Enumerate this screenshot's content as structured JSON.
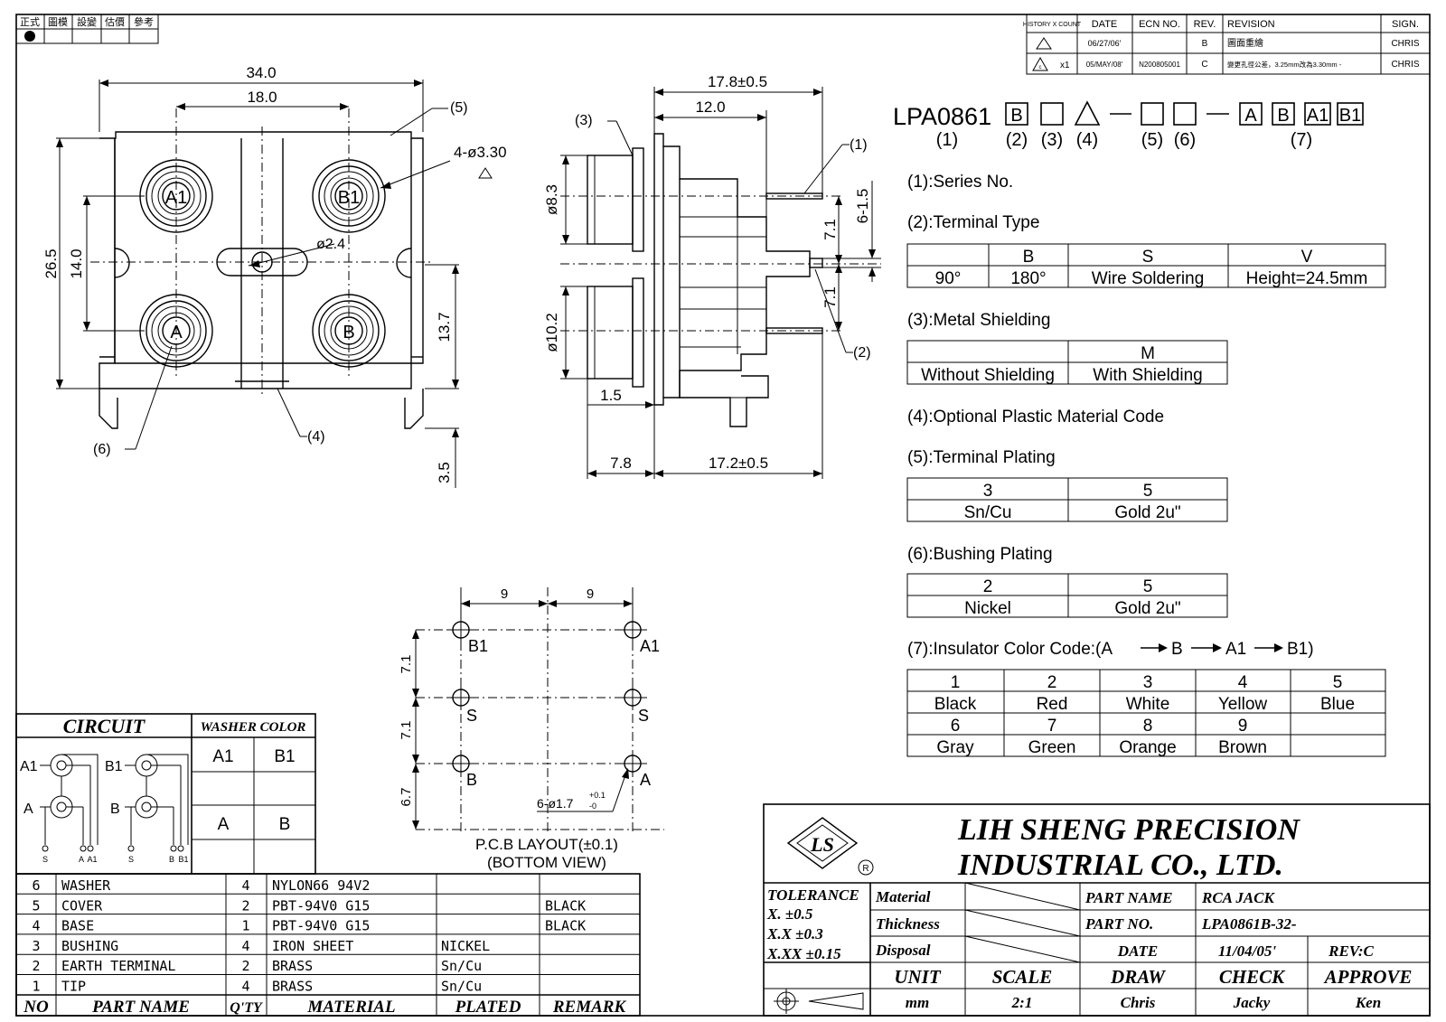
{
  "corner_stamp": {
    "labels": [
      "正式",
      "圖模",
      "設變",
      "估價",
      "參考"
    ]
  },
  "history": {
    "headers": [
      "HISTORY X COUNT",
      "DATE",
      "ECN NO.",
      "REV.",
      "REVISION",
      "SIGN."
    ],
    "rows": [
      [
        "",
        "06/27/06'",
        "",
        "B",
        "圖面重繪",
        "CHRIS"
      ],
      [
        "x1",
        "05/MAY/08'",
        "N200805001",
        "C",
        "變更孔徑公差，3.25mm改為3.30mm -",
        "CHRIS"
      ]
    ]
  },
  "part_code": {
    "prefix": "LPA0861",
    "boxes": [
      "B",
      "",
      "",
      "",
      "A",
      "B",
      "A1",
      "B1"
    ],
    "index_labels": [
      "(1)",
      "(2)",
      "(3)",
      "(4)",
      "(5)",
      "(6)",
      "(7)"
    ]
  },
  "spec": {
    "series_title": "(1):Series No.",
    "terminal": {
      "title": "(2):Terminal Type",
      "row1": [
        "",
        "B",
        "S",
        "V"
      ],
      "row2": [
        "90°",
        "180°",
        "Wire Soldering",
        "Height=24.5mm"
      ]
    },
    "shielding": {
      "title": "(3):Metal Shielding",
      "row1": [
        "",
        "M"
      ],
      "row2": [
        "Without Shielding",
        "With Shielding"
      ]
    },
    "plastic_title": "(4):Optional Plastic Material Code",
    "terminal_plating": {
      "title": "(5):Terminal Plating",
      "row1": [
        "3",
        "5"
      ],
      "row2": [
        "Sn/Cu",
        "Gold 2u\""
      ]
    },
    "bushing_plating": {
      "title": "(6):Bushing Plating",
      "row1": [
        "2",
        "5"
      ],
      "row2": [
        "Nickel",
        "Gold 2u\""
      ]
    },
    "insulator": {
      "title": "(7):Insulator Color Code:(A",
      "title_seq": [
        "B",
        "A1",
        "B1)"
      ],
      "rows": [
        [
          "1",
          "2",
          "3",
          "4",
          "5"
        ],
        [
          "Black",
          "Red",
          "White",
          "Yellow",
          "Blue"
        ],
        [
          "6",
          "7",
          "8",
          "9",
          ""
        ],
        [
          "Gray",
          "Green",
          "Orange",
          "Brown",
          ""
        ]
      ]
    }
  },
  "front_view": {
    "dims": {
      "width_total": "34.0",
      "width_inner": "18.0",
      "height_total": "26.5",
      "height_inner": "14.0",
      "height_lower": "13.7",
      "pin": "3.5",
      "hole": "4-ø3.30",
      "center_hole": "ø2.4"
    },
    "jacks": [
      "A1",
      "B1",
      "A",
      "B"
    ],
    "callouts": [
      "(5)",
      "(6)",
      "(4)"
    ]
  },
  "side_view": {
    "dims": {
      "top_total": "17.8±0.5",
      "top_inner": "12.0",
      "dia_upper": "ø8.3",
      "dia_lower": "ø10.2",
      "pin_len": "6-1.5",
      "pitch_a": "7.1",
      "pitch_b": "7.1",
      "offset": "1.5",
      "bottom_left": "7.8",
      "bottom_right": "17.2±0.5"
    },
    "callouts": [
      "(3)",
      "(1)",
      "(2)"
    ]
  },
  "pcb": {
    "dims": {
      "left": "9",
      "right": "9",
      "v1": "7.1",
      "v2": "7.1",
      "v3": "6.7"
    },
    "holes": [
      "B1",
      "A1",
      "S",
      "S",
      "B",
      "A"
    ],
    "hole_note": "6-ø1.7",
    "tol_plus": "+0.1",
    "tol_minus": "-0",
    "title": "P.C.B LAYOUT(±0.1)",
    "subtitle": "(BOTTOM VIEW)"
  },
  "circuit": {
    "title": "CIRCUIT",
    "washer_title": "WASHER COLOR",
    "washer_cells": [
      "A1",
      "B1",
      "A",
      "B"
    ],
    "labels": [
      "A1",
      "B1",
      "A",
      "B"
    ],
    "pins": [
      "S",
      "A",
      "A1",
      "S",
      "B",
      "B1"
    ]
  },
  "bom": {
    "headers": [
      "NO",
      "PART NAME",
      "Q'TY",
      "MATERIAL",
      "PLATED",
      "REMARK"
    ],
    "rows": [
      [
        "6",
        "WASHER",
        "4",
        "NYLON66 94V2",
        "",
        ""
      ],
      [
        "5",
        "COVER",
        "2",
        "PBT-94V0 G15",
        "",
        "BLACK"
      ],
      [
        "4",
        "BASE",
        "1",
        "PBT-94V0 G15",
        "",
        "BLACK"
      ],
      [
        "3",
        "BUSHING",
        "4",
        "IRON SHEET",
        "NICKEL",
        ""
      ],
      [
        "2",
        "EARTH TERMINAL",
        "2",
        "BRASS",
        "Sn/Cu",
        ""
      ],
      [
        "1",
        "TIP",
        "4",
        "BRASS",
        "Sn/Cu",
        ""
      ]
    ]
  },
  "title_block": {
    "company_line1": "LIH  SHENG  PRECISION",
    "company_line2": "INDUSTRIAL  CO.,  LTD.",
    "logo_text": "LS",
    "tolerance_label": "TOLERANCE",
    "tolerances": [
      "X.     ±0.5",
      "X.X   ±0.3",
      "X.XX  ±0.15"
    ],
    "material_label": "Material",
    "thickness_label": "Thickness",
    "disposal_label": "Disposal",
    "part_name_label": "PART  NAME",
    "part_name": "RCA  JACK",
    "part_no_label": "PART  NO.",
    "part_no": "LPA0861B-32-",
    "date_label": "DATE",
    "date": "11/04/05'",
    "rev": "REV:C",
    "footer_headers": [
      "UNIT",
      "SCALE",
      "DRAW",
      "CHECK",
      "APPROVE"
    ],
    "footer_values": [
      "mm",
      "2:1",
      "Chris",
      "Jacky",
      "Ken"
    ]
  }
}
